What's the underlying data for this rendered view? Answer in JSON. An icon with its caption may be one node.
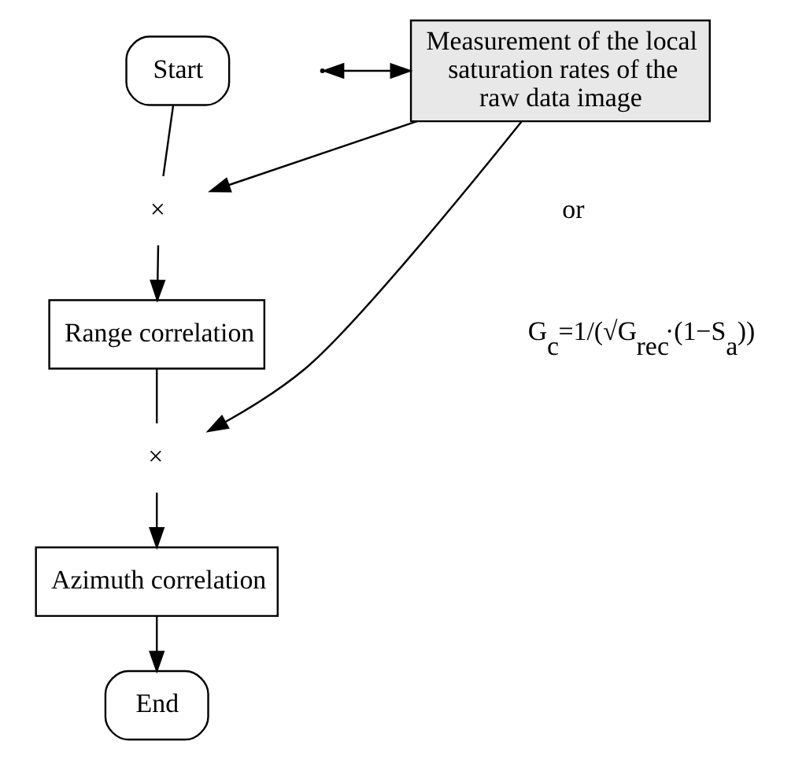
{
  "diagram": {
    "nodes": [
      {
        "text": [
          "Start"
        ]
      },
      {
        "text": [
          "Measurement of the local saturation rates of the raw data image"
        ]
      },
      {
        "text": [
          "×"
        ]
      },
      {
        "text": [
          "Range correlation"
        ]
      },
      {
        "text": [
          "×"
        ]
      },
      {
        "text": [
          "Azimuth correlation"
        ]
      },
      {
        "text": [
          "End"
        ]
      }
    ],
    "edges": [
      {
        "from": 0,
        "to": 2,
        "arrow": "none"
      },
      {
        "from": 2,
        "to": 3,
        "arrow": "to"
      },
      {
        "from": 3,
        "to": 4,
        "arrow": "none"
      },
      {
        "from": 4,
        "to": 5,
        "arrow": "to"
      },
      {
        "from": 5,
        "to": 6,
        "arrow": "to"
      },
      {
        "from": null,
        "to": 1,
        "arrow": "both"
      },
      {
        "from": 1,
        "to": 2,
        "arrow": "to"
      },
      {
        "from": 1,
        "to": 4,
        "arrow": "to"
      }
    ],
    "labels": [
      "or",
      "G$_{c}$=1/(√G$_{rec}$·(1−S$_{a}$))"
    ]
  }
}
